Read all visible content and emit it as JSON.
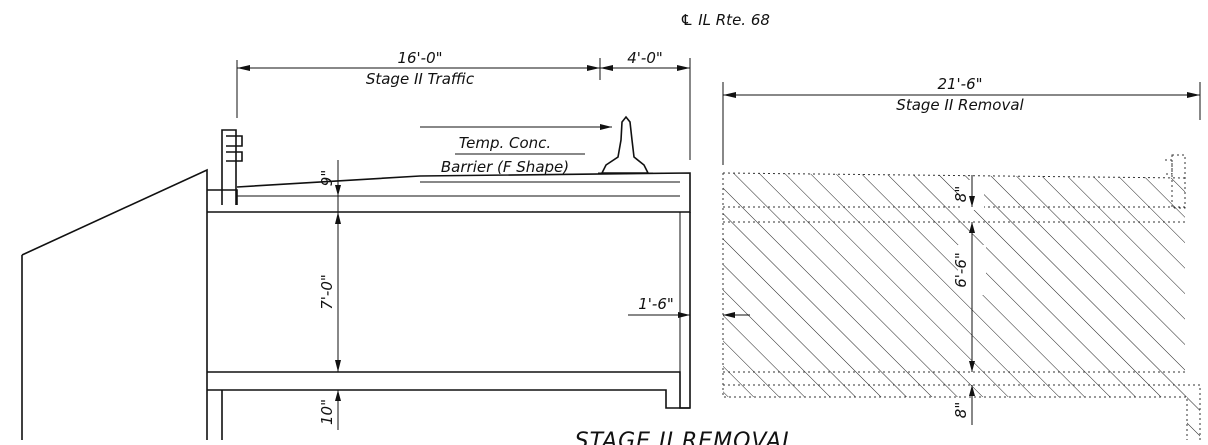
{
  "centerline_label": "℄ IL Rte. 68",
  "dimensions": {
    "stage_traffic_width": "16'-0\"",
    "stage_traffic_label": "Stage II Traffic",
    "barrier_offset": "4'-0\"",
    "removal_width": "21'-6\"",
    "removal_label": "Stage II Removal",
    "deck_depth": "9\"",
    "beam_depth": "7'-0\"",
    "bottom_flange": "10\"",
    "edge_offset": "1'-6\"",
    "removal_top": "8\"",
    "removal_web": "6'-6\"",
    "removal_bottom": "8\""
  },
  "callouts": {
    "barrier_line1": "Temp. Conc.",
    "barrier_line2": "Barrier (F Shape)"
  },
  "title": "STAGE II REMOVAL"
}
